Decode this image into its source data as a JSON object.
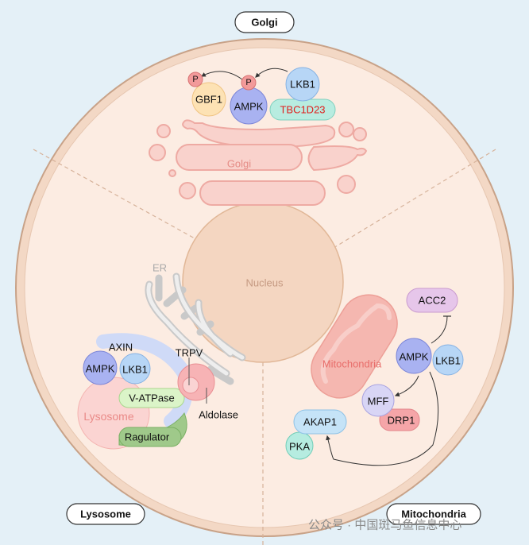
{
  "regions": {
    "golgi": "Golgi",
    "lysosome": "Lysosome",
    "mitochondria": "Mitochondria"
  },
  "organelles": {
    "golgi": "Golgi",
    "nucleus": "Nucleus",
    "er": "ER",
    "lysosome": "Lysosome",
    "mitochondria": "Mitochondria"
  },
  "golgi_proteins": {
    "p1": "P",
    "p2": "P",
    "gbf1": "GBF1",
    "ampk": "AMPK",
    "lkb1": "LKB1",
    "tbc1d23": "TBC1D23"
  },
  "lysosome_proteins": {
    "axin": "AXIN",
    "ampk": "AMPK",
    "lkb1": "LKB1",
    "v_atpase": "V-ATPase",
    "ragulator": "Ragulator",
    "trpv": "TRPV",
    "aldolase": "Aldolase"
  },
  "mito_proteins": {
    "acc2": "ACC2",
    "ampk": "AMPK",
    "lkb1": "LKB1",
    "mff": "MFF",
    "drp1": "DRP1",
    "akap1": "AKAP1",
    "pka": "PKA"
  },
  "colors": {
    "tbc1d23_text": "#e0201e",
    "ampk": "#a9b3f0",
    "lkb1": "#b5d6f5",
    "gbf1": "#fde0b0",
    "phospho": "#f29a9a",
    "golgi": "#f7c6c0",
    "lysosome": "#fbd3d0",
    "mitochondria": "#f5b5ae"
  },
  "watermark": "公众号 · 中国斑马鱼信息中心"
}
